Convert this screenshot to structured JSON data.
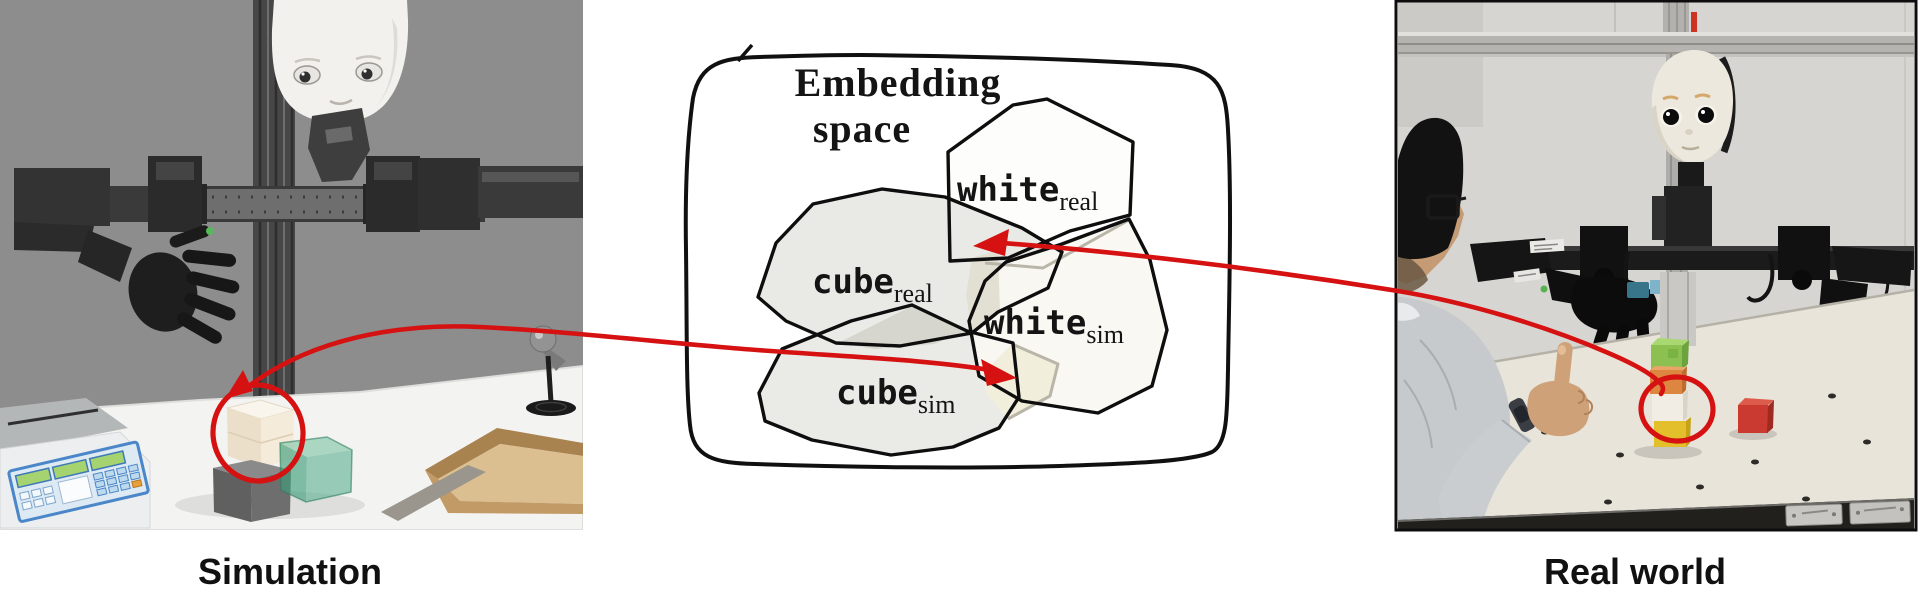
{
  "figure": {
    "panels": {
      "simulation": {
        "caption": "Simulation"
      },
      "embedding": {
        "title_line1": "Embedding",
        "title_line2": "space",
        "regions": [
          {
            "id": "cube_real",
            "main": "cube",
            "sub": "real"
          },
          {
            "id": "white_real",
            "main": "white",
            "sub": "real"
          },
          {
            "id": "white_sim",
            "main": "white",
            "sub": "sim"
          },
          {
            "id": "cube_sim",
            "main": "cube",
            "sub": "sim"
          }
        ]
      },
      "real_world": {
        "caption": "Real world"
      }
    },
    "annotations": {
      "arrow_color": "#d51111",
      "sim_highlight": "red circle around white cube in simulation",
      "real_highlight": "red circle around white cube in real world",
      "arrow_1": "simulation white cube maps into embedding space (cube_sim / white_sim overlap)",
      "arrow_2": "real-world white cube maps into embedding space (cube_real / white_real overlap)"
    },
    "colors": {
      "region_gray": "#e9e9e6",
      "region_cream": "#f1eedb",
      "sim_wall_gray": "#8d8d8d",
      "ink": "#0e0e0e"
    }
  }
}
